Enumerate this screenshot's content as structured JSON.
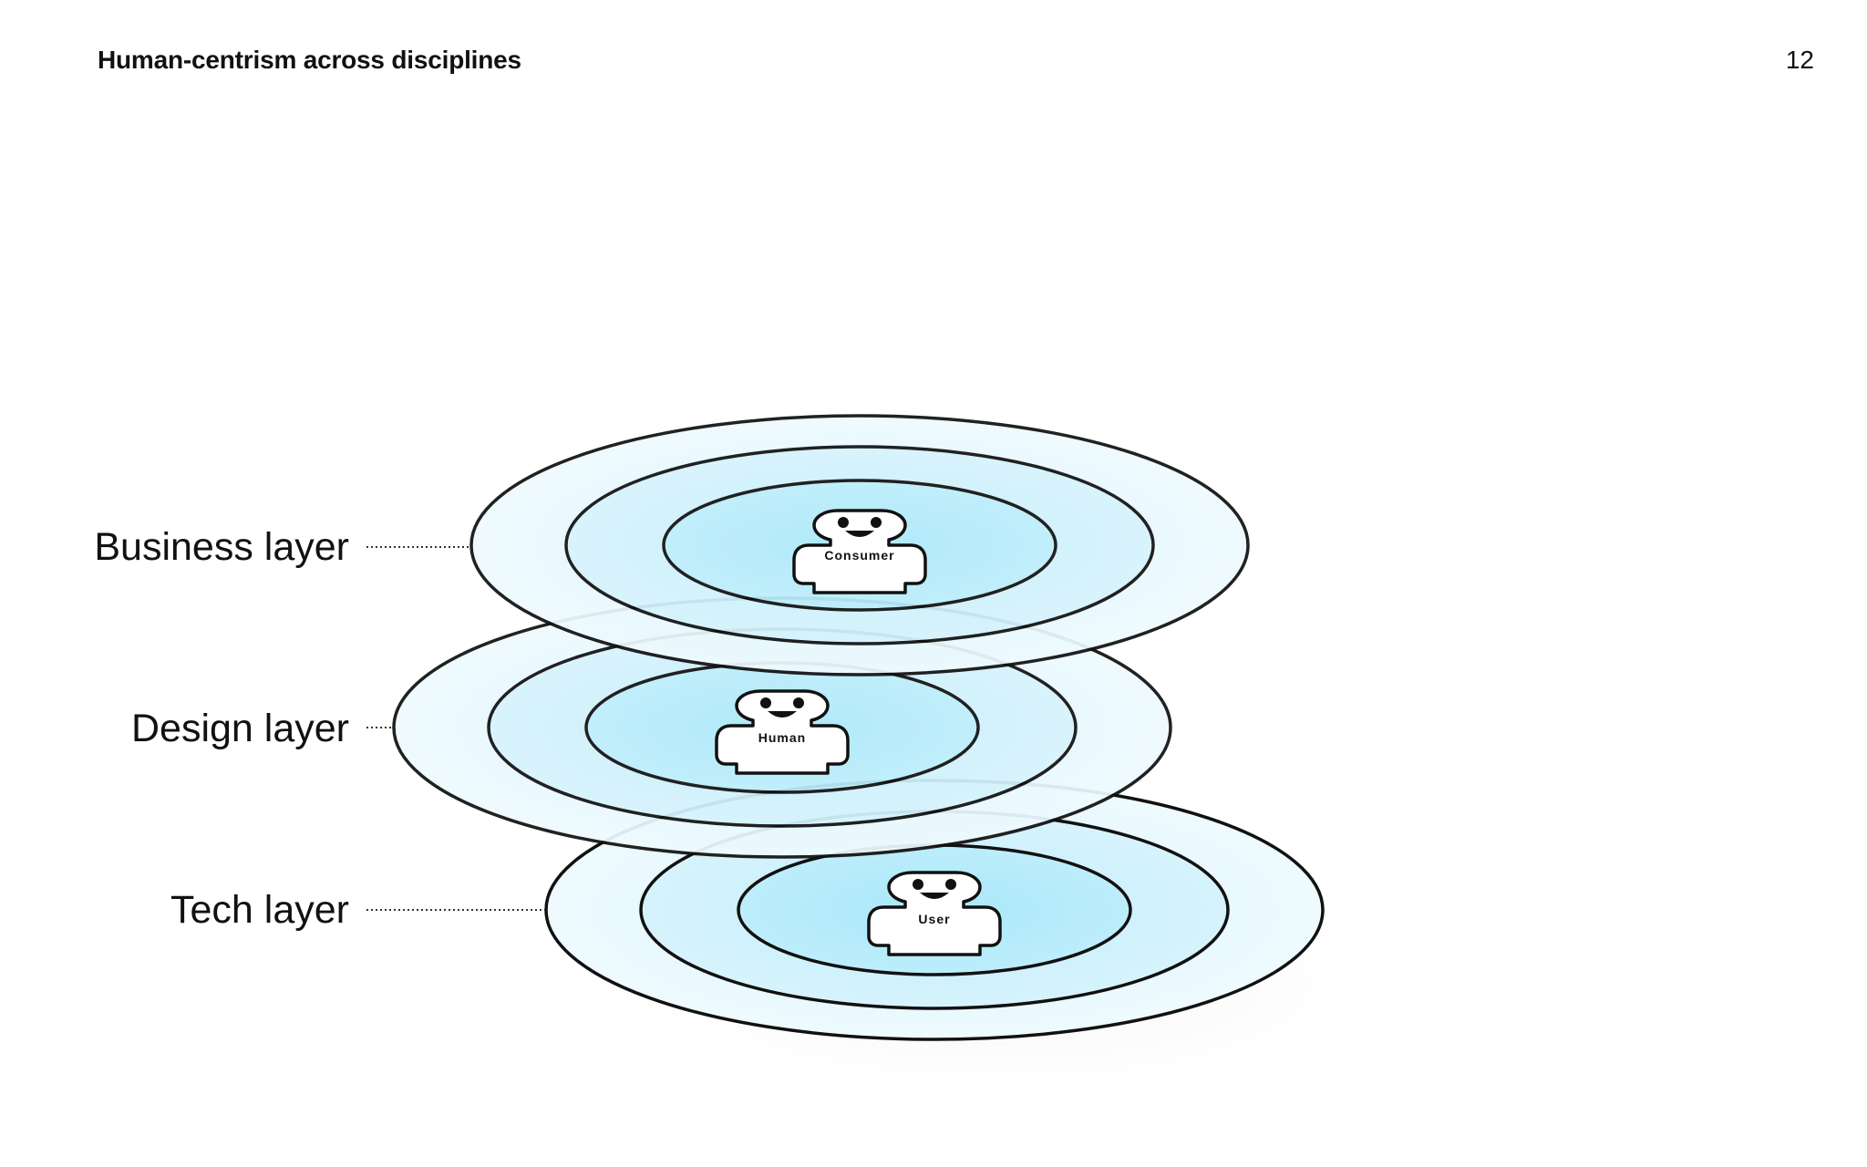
{
  "header": {
    "title": "Human-centrism across disciplines",
    "page_number": "12"
  },
  "layers": [
    {
      "label": "Business layer",
      "person": "Consumer"
    },
    {
      "label": "Design layer",
      "person": "Human"
    },
    {
      "label": "Tech layer",
      "person": "User"
    }
  ],
  "colors": {
    "ring_outer": "#e6f8fd",
    "ring_middle": "#cdf0fb",
    "ring_inner": "#b4ebfa",
    "outline": "#111111"
  }
}
